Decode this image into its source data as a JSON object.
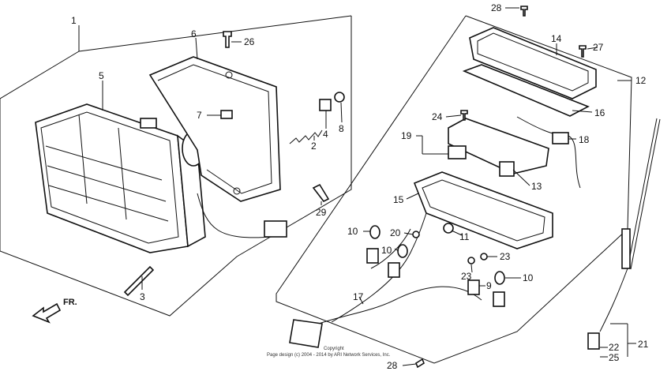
{
  "diagram": {
    "callouts": [
      {
        "id": "c1",
        "text": "1"
      },
      {
        "id": "c2",
        "text": "2"
      },
      {
        "id": "c3",
        "text": "3"
      },
      {
        "id": "c4",
        "text": "4"
      },
      {
        "id": "c5",
        "text": "5"
      },
      {
        "id": "c6",
        "text": "6"
      },
      {
        "id": "c7",
        "text": "7"
      },
      {
        "id": "c8",
        "text": "8"
      },
      {
        "id": "c9",
        "text": "9"
      },
      {
        "id": "c10a",
        "text": "10"
      },
      {
        "id": "c10b",
        "text": "10"
      },
      {
        "id": "c10c",
        "text": "10"
      },
      {
        "id": "c11",
        "text": "11"
      },
      {
        "id": "c12",
        "text": "12"
      },
      {
        "id": "c13",
        "text": "13"
      },
      {
        "id": "c14",
        "text": "14"
      },
      {
        "id": "c15",
        "text": "15"
      },
      {
        "id": "c16",
        "text": "16"
      },
      {
        "id": "c17",
        "text": "17"
      },
      {
        "id": "c18",
        "text": "18"
      },
      {
        "id": "c19",
        "text": "19"
      },
      {
        "id": "c20",
        "text": "20"
      },
      {
        "id": "c21",
        "text": "21"
      },
      {
        "id": "c22",
        "text": "22"
      },
      {
        "id": "c23a",
        "text": "23"
      },
      {
        "id": "c23b",
        "text": "23"
      },
      {
        "id": "c24",
        "text": "24"
      },
      {
        "id": "c25",
        "text": "25"
      },
      {
        "id": "c26",
        "text": "26"
      },
      {
        "id": "c27",
        "text": "27"
      },
      {
        "id": "c28a",
        "text": "28"
      },
      {
        "id": "c28b",
        "text": "28"
      },
      {
        "id": "c29",
        "text": "29"
      }
    ],
    "direction_label": "FR.",
    "copyright_title": "Copyright",
    "copyright_line": "Page design (c) 2004 - 2014 by ARI Network Services, Inc."
  }
}
